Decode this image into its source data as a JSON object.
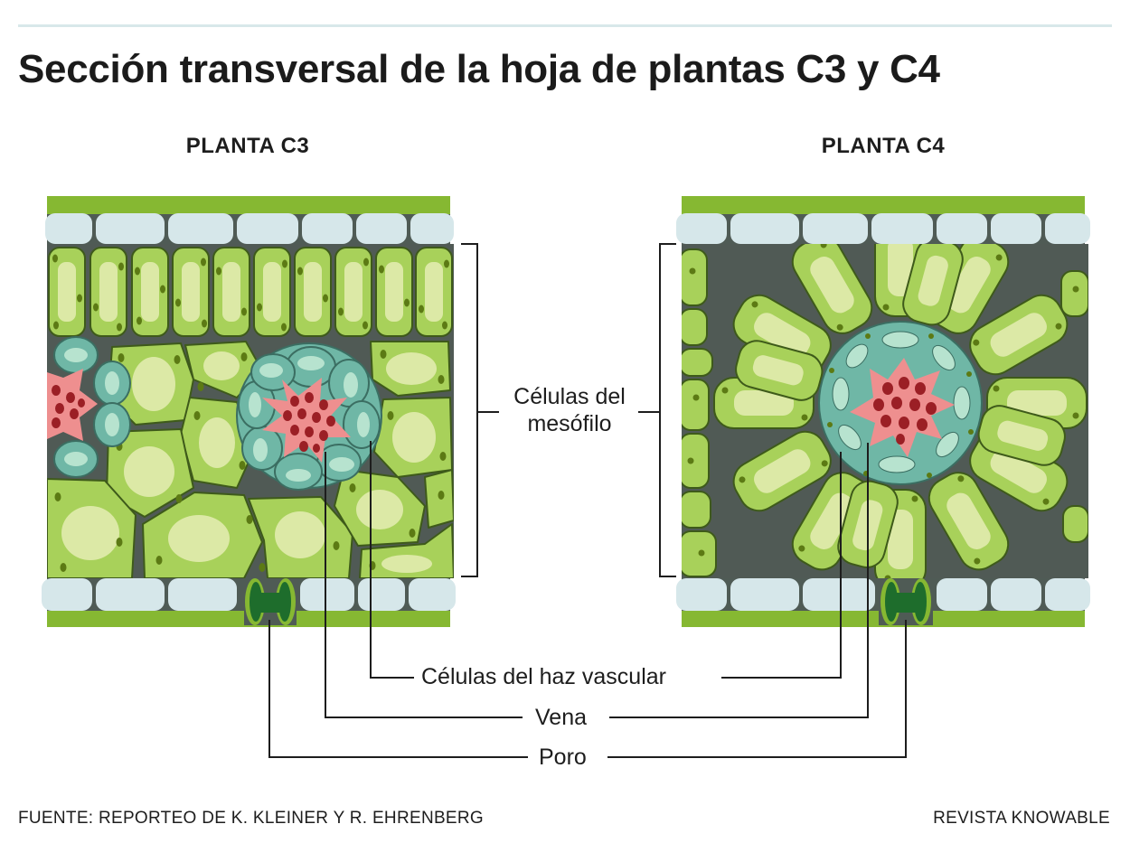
{
  "title": "Sección transversal de la hoja de plantas C3 y C4",
  "panels": {
    "c3": {
      "title": "PLANTA C3"
    },
    "c4": {
      "title": "PLANTA C4"
    }
  },
  "labels": {
    "mesophyll_line1": "Células del",
    "mesophyll_line2": "mesófilo",
    "bundle_sheath": "Células del haz vascular",
    "vein": "Vena",
    "pore": "Poro"
  },
  "footer": {
    "source": "FUENTE: REPORTEO DE K. KLEINER Y R. EHRENBERG",
    "publisher": "REVISTA KNOWABLE"
  },
  "colors": {
    "leaf_green": "#86b832",
    "epidermis": "#d6e7ea",
    "mesophyll_cell": "#a8d15a",
    "cell_interior": "#dce9a6",
    "chloroplast": "#5c7a14",
    "background_tissue": "#505a55",
    "bundle_sheath": "#6fb7a6",
    "vein": "#ee8f8f",
    "vein_dots": "#9b1f25",
    "stoma": "#1e6d2c"
  }
}
